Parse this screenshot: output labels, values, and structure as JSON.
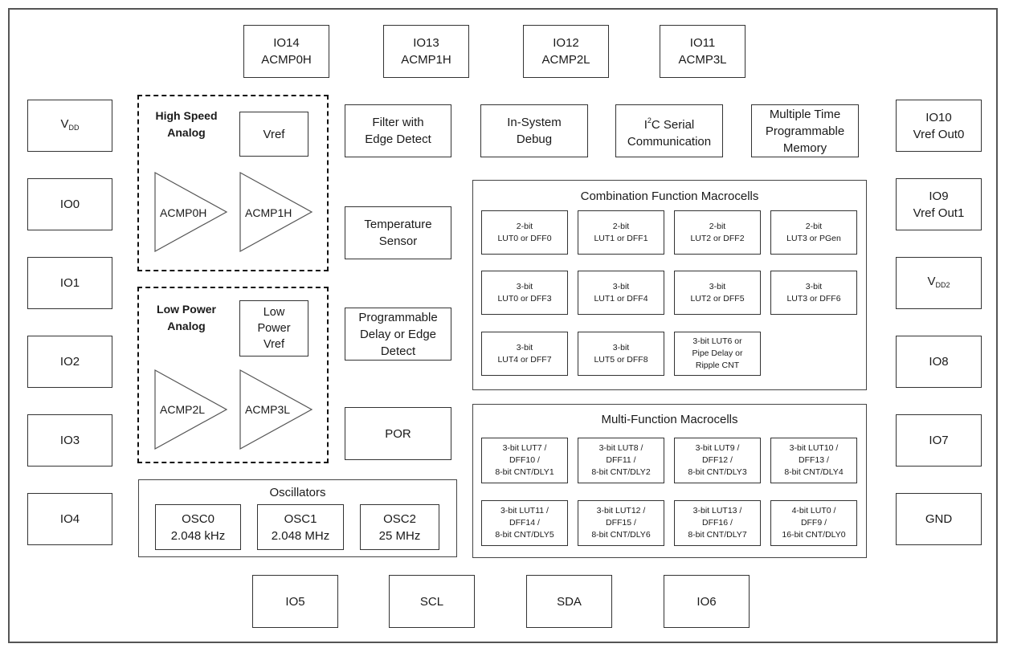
{
  "top_pins": [
    {
      "line1": "IO14",
      "line2": "ACMP0H"
    },
    {
      "line1": "IO13",
      "line2": "ACMP1H"
    },
    {
      "line1": "IO12",
      "line2": "ACMP2L"
    },
    {
      "line1": "IO11",
      "line2": "ACMP3L"
    }
  ],
  "left_pins": {
    "vdd": {
      "main": "V",
      "sub": "DD"
    },
    "io0": "IO0",
    "io1": "IO1",
    "io2": "IO2",
    "io3": "IO3",
    "io4": "IO4"
  },
  "right_pins": {
    "io10": "IO10\nVref Out0",
    "io9": "IO9\nVref Out1",
    "vdd2": {
      "main": "V",
      "sub": "DD2"
    },
    "io8": "IO8",
    "io7": "IO7",
    "gnd": "GND"
  },
  "bottom_pins": [
    "IO5",
    "SCL",
    "SDA",
    "IO6"
  ],
  "high_speed_analog": {
    "title": "High Speed\nAnalog",
    "vref": "Vref",
    "comparators": [
      "ACMP0H",
      "ACMP1H"
    ]
  },
  "low_power_analog": {
    "title": "Low Power\nAnalog",
    "vref": "Low\nPower\nVref",
    "comparators": [
      "ACMP2L",
      "ACMP3L"
    ]
  },
  "middle_blocks": {
    "filter": "Filter with\nEdge Detect",
    "temp": "Temperature\nSensor",
    "delay": "Programmable\nDelay or Edge\nDetect",
    "por": "POR"
  },
  "top_blocks": {
    "debug": "In-System\nDebug",
    "i2c": {
      "pre": "I",
      "sup": "2",
      "post": "C Serial",
      "line2": "Communication"
    },
    "mtp": "Multiple Time\nProgrammable\nMemory"
  },
  "combination": {
    "title": "Combination Function Macrocells",
    "cells": [
      "2-bit\nLUT0 or DFF0",
      "2-bit\nLUT1 or DFF1",
      "2-bit\nLUT2 or DFF2",
      "2-bit\nLUT3 or PGen",
      "3-bit\nLUT0 or DFF3",
      "3-bit\nLUT1 or DFF4",
      "3-bit\nLUT2 or DFF5",
      "3-bit\nLUT3 or DFF6",
      "3-bit\nLUT4 or DFF7",
      "3-bit\nLUT5 or DFF8",
      "3-bit LUT6 or\nPipe Delay or\nRipple CNT"
    ]
  },
  "multi": {
    "title": "Multi-Function Macrocells",
    "cells": [
      "3-bit LUT7 /\nDFF10 /\n8-bit CNT/DLY1",
      "3-bit LUT8 /\nDFF11 /\n8-bit CNT/DLY2",
      "3-bit LUT9 /\nDFF12 /\n8-bit CNT/DLY3",
      "3-bit LUT10 /\nDFF13 /\n8-bit CNT/DLY4",
      "3-bit LUT11 /\nDFF14 /\n8-bit CNT/DLY5",
      "3-bit LUT12 /\nDFF15 /\n8-bit CNT/DLY6",
      "3-bit LUT13 /\nDFF16 /\n8-bit CNT/DLY7",
      "4-bit LUT0 /\nDFF9 /\n16-bit CNT/DLY0"
    ]
  },
  "oscillators": {
    "title": "Oscillators",
    "items": [
      "OSC0\n2.048 kHz",
      "OSC1\n2.048 MHz",
      "OSC2\n25 MHz"
    ]
  }
}
